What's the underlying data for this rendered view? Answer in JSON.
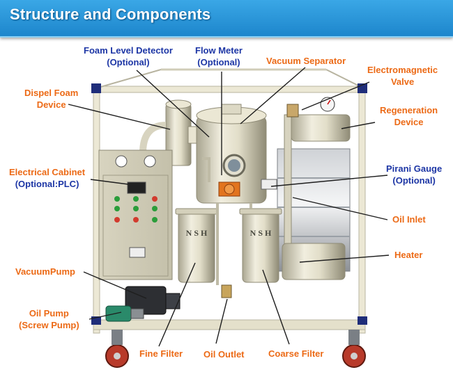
{
  "title": "Structure and Components",
  "colors": {
    "banner": "#1d86cc",
    "orange_label": "#ec6a16",
    "blue_label": "#1d36a5",
    "frame": "#ece8d5",
    "corner": "#1f2d7a"
  },
  "labels": {
    "foam_level": {
      "line1": "Foam Level Detector",
      "line2": "(Optional)"
    },
    "flow_meter": {
      "line1": "Flow Meter",
      "line2": "(Optional)"
    },
    "vacuum_separator": {
      "line1": "Vacuum Separator"
    },
    "electromagnetic_valve": {
      "line1": "Electromagnetic",
      "line2": "Valve"
    },
    "dispel_foam": {
      "line1": "Dispel Foam",
      "line2": "Device"
    },
    "regeneration": {
      "line1": "Regeneration",
      "line2": "Device"
    },
    "electrical_cabinet": {
      "line1": "Electrical Cabinet",
      "line2": "(Optional:PLC)"
    },
    "pirani_gauge": {
      "line1": "Pirani Gauge",
      "line2": "(Optional)"
    },
    "oil_inlet": {
      "line1": "Oil Inlet"
    },
    "heater": {
      "line1": "Heater"
    },
    "vacuum_pump": {
      "line1": "VacuumPump"
    },
    "oil_pump": {
      "line1": "Oil Pump",
      "line2": "(Screw Pump)"
    },
    "fine_filter": {
      "line1": "Fine Filter"
    },
    "oil_outlet": {
      "line1": "Oil Outlet"
    },
    "coarse_filter": {
      "line1": "Coarse Filter"
    }
  },
  "filter_brand": "NSH"
}
